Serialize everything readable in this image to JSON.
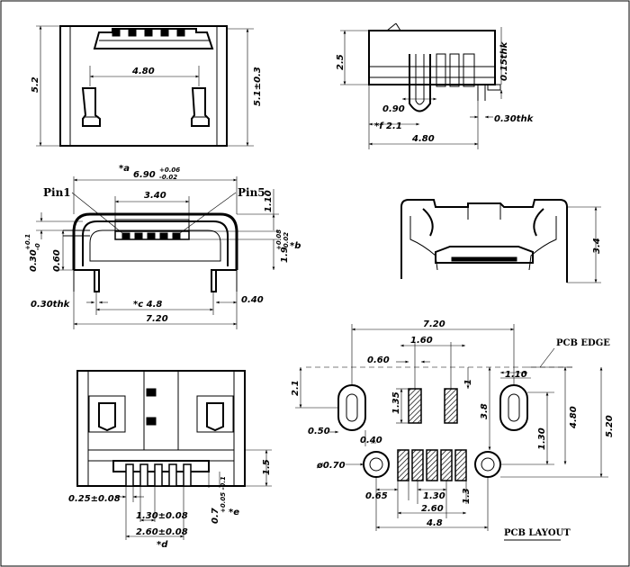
{
  "view_top_left": {
    "height": "5.2",
    "height_tol": "5.1±0.3",
    "pin_span": "4.80"
  },
  "view_top_right": {
    "height": "2.5",
    "thk": "0.15thk",
    "w1": "0.90",
    "f": "*f 2.1",
    "thk2": "0.30thk",
    "width": "4.80"
  },
  "view_front": {
    "a_label": "*a",
    "a_value": "6.90",
    "a_tol_plus": "+0.06",
    "a_tol_minus": "-0.02",
    "pin1": "Pin1",
    "pin5": "Pin5",
    "inner": "3.40",
    "top": "1.10",
    "left_small": "0.30",
    "left_small_tol": "+0.1",
    "left_small_tol2": "-0",
    "left_mid": "0.60",
    "b_value": "1.9",
    "b_tol_plus": "+0.08",
    "b_tol_minus": "-0.02",
    "b_label": "*b",
    "thk": "0.30thk",
    "c": "*c 4.8",
    "right_small": "0.40",
    "width": "7.20"
  },
  "view_side": {
    "height": "3.4"
  },
  "view_bottom": {
    "h": "1.5",
    "pin_w": "0.25±0.08",
    "pitch": "1.30±0.08",
    "span": "2.60±0.08",
    "d": "*d",
    "e_value": "0.7",
    "e_tol": "+0.05 -0.1",
    "e_label": "*e"
  },
  "pcb": {
    "pcb_edge": "PCB EDGE",
    "width": "7.20",
    "pad_gap": "1.60",
    "pad_w": "0.60",
    "slot_h": "2.1",
    "pad_h": "1.35",
    "one": "1",
    "h38": "3.8",
    "slot_w": "1.10",
    "h480": "4.80",
    "h520": "5.20",
    "slot_inner": "1.30",
    "s050": "0.50",
    "s040": "0.40",
    "hole": "ø0.70",
    "s065": "0.65",
    "p130": "1.30",
    "s13": "1.3",
    "p260": "2.60",
    "w48": "4.8",
    "title": "PCB LAYOUT"
  }
}
